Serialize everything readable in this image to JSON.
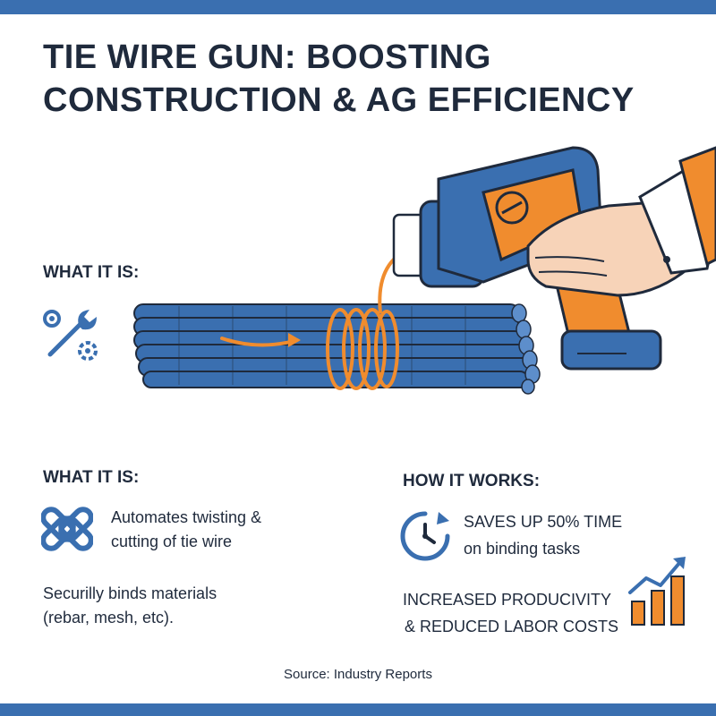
{
  "title": {
    "line1": "TIE WIRE GUN: BOOSTING",
    "line2": "CONSTRUCTION & AG EFFICIENCY"
  },
  "hero": {
    "label": "WHAT IT IS:",
    "icons": [
      "wrench-gear-icon",
      "rebar-bundle-illustration",
      "tie-wire-gun-illustration",
      "hand-illustration"
    ]
  },
  "left_section": {
    "label": "WHAT IT IS:",
    "feature_icon": "interlock-link-icon",
    "feature_line1": "Automates twisting &",
    "feature_line2": "cutting of tie wire",
    "detail_line1": "Securilly binds materials",
    "detail_line2": "(rebar, mesh, etc)."
  },
  "right_section": {
    "label": "HOW IT WORKS:",
    "time_icon": "clock-refresh-icon",
    "time_line1": "SAVES UP  50% TIME",
    "time_line2": "on binding tasks",
    "growth_line1": "INCREASED PRODUCIVITY",
    "growth_line2": "& REDUCED LABOR COSTS",
    "growth_icon": "growth-chart-icon"
  },
  "source": "Source: Industry Reports",
  "colors": {
    "primary_blue": "#3a6fb0",
    "dark_navy": "#1f2a3c",
    "accent_orange": "#f08c2e",
    "skin": "#f7d3b8"
  }
}
